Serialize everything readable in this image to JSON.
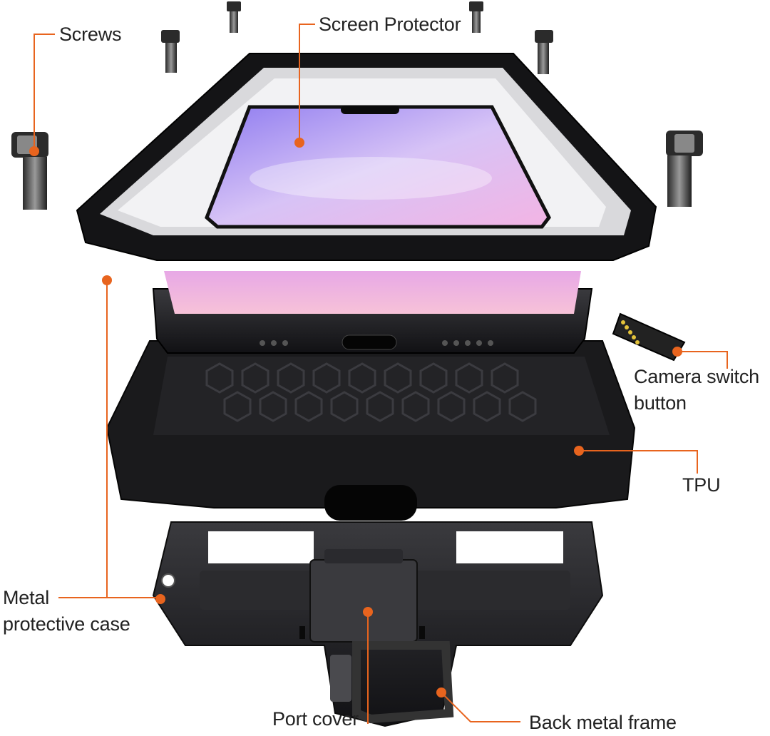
{
  "labels": {
    "screws": "Screws",
    "screen_protector": "Screen Protector",
    "camera_switch_line1": "Camera switch",
    "camera_switch_line2": "button",
    "tpu": "TPU",
    "metal_case_line1": "Metal",
    "metal_case_line2": "protective case",
    "port_cover": "Port cover",
    "back_metal_frame": "Back metal frame"
  },
  "colors": {
    "callout": "#e8641e",
    "text": "#222222",
    "background": "#ffffff",
    "case_metal": "#1c1c1e",
    "screen_gradient_start": "#8f7cf0",
    "screen_gradient_end": "#f3b4e4"
  }
}
